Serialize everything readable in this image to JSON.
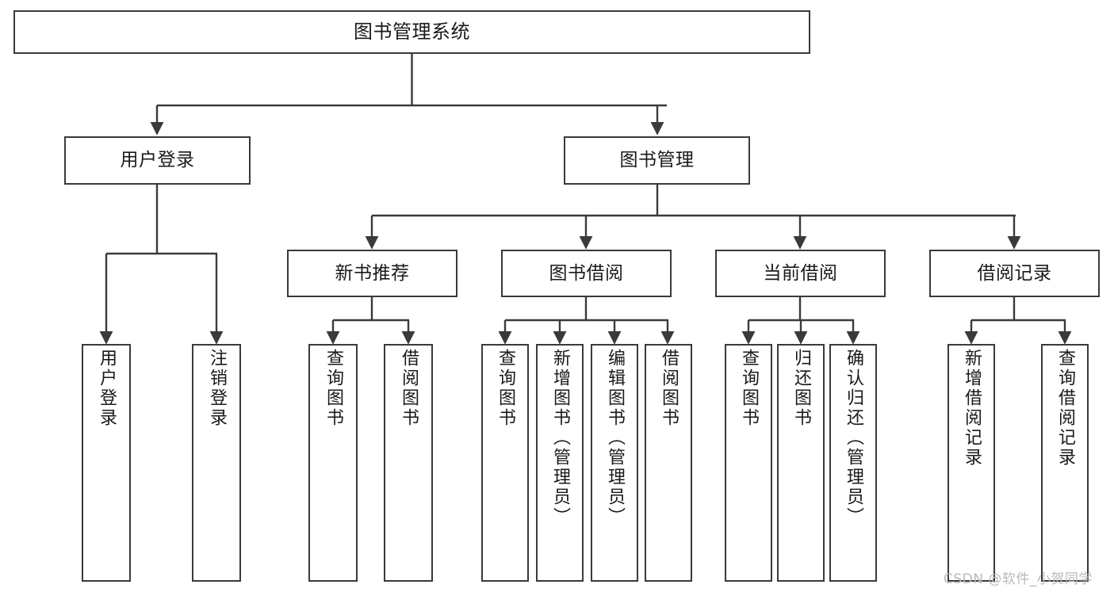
{
  "diagram": {
    "type": "tree",
    "title": "图书管理系统",
    "orientation": "top-down",
    "colors": {
      "box_border": "#3a3a3a",
      "box_fill": "#ffffff",
      "connector": "#3a3a3a",
      "text": "#1a1a1a",
      "watermark": "#b9b9b9"
    },
    "root": {
      "id": "root",
      "label": "图书管理系统"
    },
    "level1": [
      {
        "id": "user-login",
        "label": "用户登录"
      },
      {
        "id": "book-management",
        "label": "图书管理"
      }
    ],
    "level2": [
      {
        "id": "new-book-recommend",
        "label": "新书推荐",
        "parent": "book-management"
      },
      {
        "id": "book-borrow",
        "label": "图书借阅",
        "parent": "book-management"
      },
      {
        "id": "current-borrow",
        "label": "当前借阅",
        "parent": "book-management"
      },
      {
        "id": "borrow-record",
        "label": "借阅记录",
        "parent": "book-management"
      }
    ],
    "leaves": [
      {
        "id": "leaf-user-login",
        "label": "用户登录",
        "parent": "user-login"
      },
      {
        "id": "leaf-logout-login",
        "label": "注销登录",
        "parent": "user-login"
      },
      {
        "id": "leaf-query-book-1",
        "label": "查询图书",
        "parent": "new-book-recommend"
      },
      {
        "id": "leaf-borrow-book-1",
        "label": "借阅图书",
        "parent": "new-book-recommend"
      },
      {
        "id": "leaf-query-book-2",
        "label": "查询图书",
        "parent": "book-borrow"
      },
      {
        "id": "leaf-add-book",
        "label": "新增图书（管理员）",
        "parent": "book-borrow"
      },
      {
        "id": "leaf-edit-book",
        "label": "编辑图书（管理员）",
        "parent": "book-borrow"
      },
      {
        "id": "leaf-borrow-book-2",
        "label": "借阅图书",
        "parent": "book-borrow"
      },
      {
        "id": "leaf-query-book-3",
        "label": "查询图书",
        "parent": "current-borrow"
      },
      {
        "id": "leaf-return-book",
        "label": "归还图书",
        "parent": "current-borrow"
      },
      {
        "id": "leaf-confirm-return",
        "label": "确认归还（管理员）",
        "parent": "current-borrow"
      },
      {
        "id": "leaf-add-record",
        "label": "新增借阅记录",
        "parent": "borrow-record"
      },
      {
        "id": "leaf-query-record",
        "label": "查询借阅记录",
        "parent": "borrow-record"
      }
    ]
  },
  "watermark": {
    "text": "CSDN @软件_小贺同学"
  }
}
